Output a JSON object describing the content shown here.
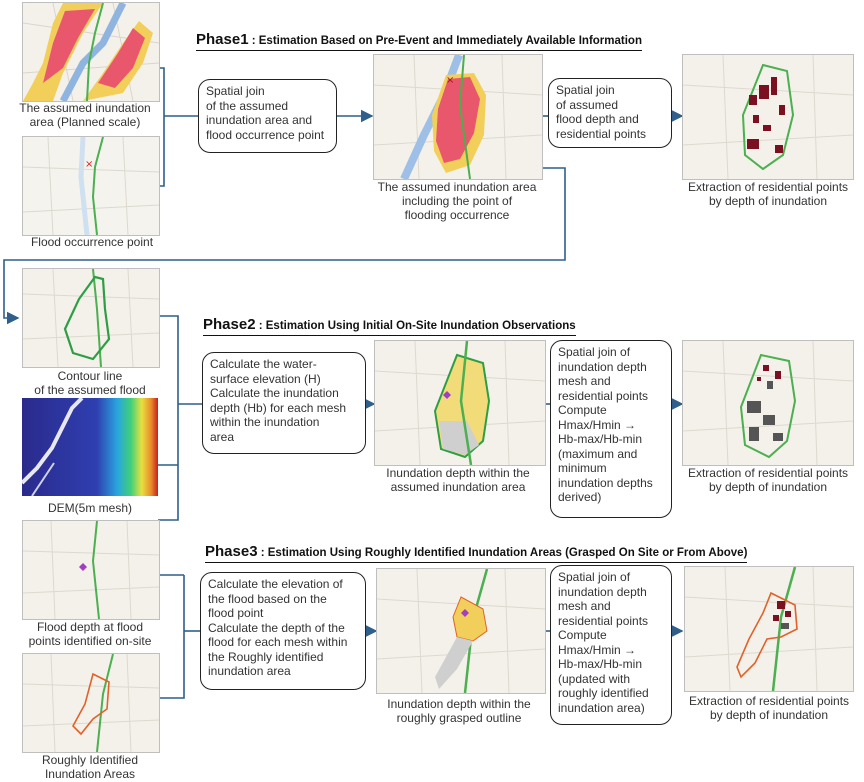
{
  "phase1": {
    "name": "Phase1",
    "title": " : Estimation Based on Pre-Event and Immediately Available Information"
  },
  "phase2": {
    "name": "Phase2",
    "title": " : Estimation Using Initial On-Site Inundation Observations"
  },
  "phase3": {
    "name": "Phase3",
    "title": " : Estimation Using Roughly Identified Inundation Areas (Grasped On Site or From Above)"
  },
  "inputs": {
    "assumed_area": "The assumed inundation\narea (Planned scale)",
    "occurrence_point": "Flood occurrence point",
    "contour": "Contour line\nof the assumed flood",
    "dem": "DEM(5m mesh)",
    "flood_depth_points": "Flood depth at flood\npoints identified on-site",
    "rough_areas": "Roughly Identified\nInundation Areas"
  },
  "process_boxes": {
    "p1_join_area": "Spatial join\nof the assumed\ninundation area and\nflood occurrence point",
    "p1_join_depth": "Spatial join\nof assumed\nflood depth and\nresidential points",
    "p2_calc": "Calculate the water-\nsurface elevation (H)\nCalculate the inundation\ndepth (Hb) for each mesh\nwithin the inundation\narea",
    "p2_join": "Spatial join of\ninundation depth\nmesh and\nresidential points\nCompute\nHmax/Hmin →\nHb-max/Hb-min\n(maximum and\nminimum\ninundation depths\nderived)",
    "p3_calc": "Calculate the elevation of\nthe flood based on the\nflood point\nCalculate the depth of the\nflood for each mesh within\nthe Roughly identified\ninundation area",
    "p3_join": "Spatial join of\ninundation depth\nmesh and\nresidential points\nCompute\nHmax/Hmin →\nHb-max/Hb-min\n(updated with\nroughly identified\ninundation area)"
  },
  "outputs": {
    "p1_mid": "The assumed inundation area\nincluding the point of\nflooding occurrence",
    "p1_result": "Extraction of residential points\nby depth of inundation",
    "p2_mid": "Inundation depth within the\nassumed inundation area",
    "p2_result": "Extraction of residential points\nby depth of inundation",
    "p3_mid": "Inundation depth within the\nroughly grasped outline",
    "p3_result": "Extraction of residential points\nby depth of inundation"
  },
  "colors": {
    "arrow": "#2f5f8a",
    "road": "#4caf50",
    "outline": "#2e9e44",
    "hazard_red": "#e8576c",
    "hazard_yellow": "#f2cf5b",
    "rough_outline": "#e0622a",
    "dark_points": "#7a1020",
    "gray_points": "#555555"
  }
}
